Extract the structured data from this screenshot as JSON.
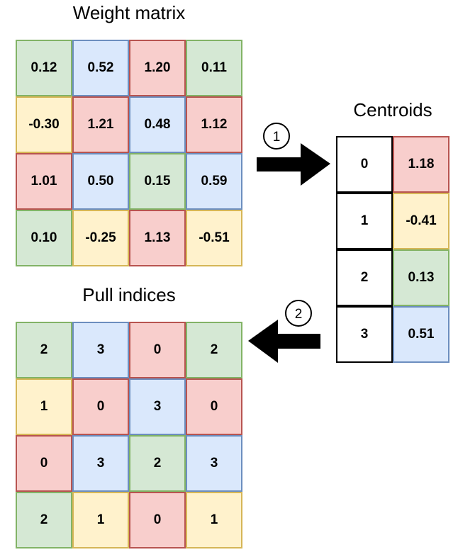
{
  "titles": {
    "weight_matrix": "Weight matrix",
    "centroids": "Centroids",
    "pull_indices": "Pull indices"
  },
  "colors": {
    "green": "#d5e8d4",
    "blue": "#dae8fc",
    "red": "#f8cecc",
    "yellow": "#fff2cc",
    "white": "#ffffff"
  },
  "weight_matrix": [
    [
      {
        "v": "0.12",
        "c": "green"
      },
      {
        "v": "0.52",
        "c": "blue"
      },
      {
        "v": "1.20",
        "c": "red"
      },
      {
        "v": "0.11",
        "c": "green"
      }
    ],
    [
      {
        "v": "-0.30",
        "c": "yellow"
      },
      {
        "v": "1.21",
        "c": "red"
      },
      {
        "v": "0.48",
        "c": "blue"
      },
      {
        "v": "1.12",
        "c": "red"
      }
    ],
    [
      {
        "v": "1.01",
        "c": "red"
      },
      {
        "v": "0.50",
        "c": "blue"
      },
      {
        "v": "0.15",
        "c": "green"
      },
      {
        "v": "0.59",
        "c": "blue"
      }
    ],
    [
      {
        "v": "0.10",
        "c": "green"
      },
      {
        "v": "-0.25",
        "c": "yellow"
      },
      {
        "v": "1.13",
        "c": "red"
      },
      {
        "v": "-0.51",
        "c": "yellow"
      }
    ]
  ],
  "centroids": [
    {
      "index": "0",
      "value": "1.18",
      "c": "red"
    },
    {
      "index": "1",
      "value": "-0.41",
      "c": "yellow"
    },
    {
      "index": "2",
      "value": "0.13",
      "c": "green"
    },
    {
      "index": "3",
      "value": "0.51",
      "c": "blue"
    }
  ],
  "pull_indices": [
    [
      {
        "v": "2",
        "c": "green"
      },
      {
        "v": "3",
        "c": "blue"
      },
      {
        "v": "0",
        "c": "red"
      },
      {
        "v": "2",
        "c": "green"
      }
    ],
    [
      {
        "v": "1",
        "c": "yellow"
      },
      {
        "v": "0",
        "c": "red"
      },
      {
        "v": "3",
        "c": "blue"
      },
      {
        "v": "0",
        "c": "red"
      }
    ],
    [
      {
        "v": "0",
        "c": "red"
      },
      {
        "v": "3",
        "c": "blue"
      },
      {
        "v": "2",
        "c": "green"
      },
      {
        "v": "3",
        "c": "blue"
      }
    ],
    [
      {
        "v": "2",
        "c": "green"
      },
      {
        "v": "1",
        "c": "yellow"
      },
      {
        "v": "0",
        "c": "red"
      },
      {
        "v": "1",
        "c": "yellow"
      }
    ]
  ],
  "steps": [
    {
      "label": "1",
      "direction": "right-arrow-icon"
    },
    {
      "label": "2",
      "direction": "left-arrow-icon"
    }
  ]
}
